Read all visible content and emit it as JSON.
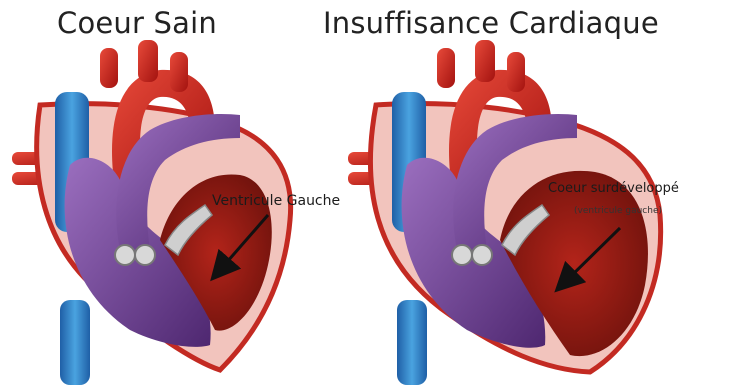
{
  "figure": {
    "panels": [
      {
        "title": "Coeur Sain",
        "label": "Ventricule Gauche",
        "sublabel": ""
      },
      {
        "title": "Insuffisance Cardiaque",
        "label": "Coeur surdéveloppé",
        "sublabel": "(ventricule gauche)"
      }
    ]
  },
  "colors": {
    "vessel_blue": "#2f7fc1",
    "artery_red": "#c81d1b",
    "chamber_purple": "#6a3a8a",
    "muscle_pink": "#f3c7c0",
    "ventricle_dark": "#8e1a12"
  }
}
